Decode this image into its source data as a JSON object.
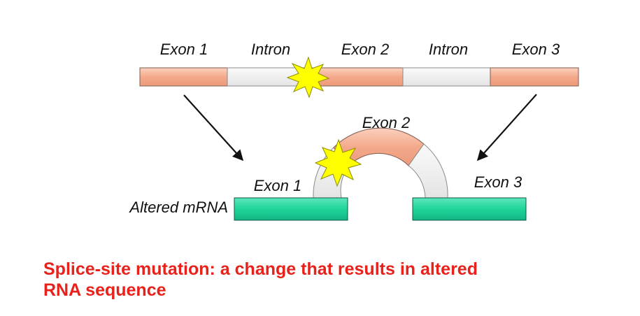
{
  "gene": {
    "segments": [
      {
        "label": "Exon 1",
        "type": "exon"
      },
      {
        "label": "Intron",
        "type": "intron"
      },
      {
        "label": "Exon 2",
        "type": "exon"
      },
      {
        "label": "Intron",
        "type": "intron"
      },
      {
        "label": "Exon 3",
        "type": "exon"
      }
    ]
  },
  "mrna": {
    "label": "Altered mRNA",
    "exon1_label": "Exon 1",
    "exon2_label": "Exon 2",
    "exon3_label": "Exon 3"
  },
  "caption": {
    "line1": "Splice-site mutation: a change that results in altered",
    "line2": "RNA sequence"
  },
  "colors": {
    "exon": "#f4a98c",
    "intron": "#eeeeee",
    "mrna": "#1fd49a",
    "mutation": "#ffff00",
    "caption": "#e8211b"
  }
}
